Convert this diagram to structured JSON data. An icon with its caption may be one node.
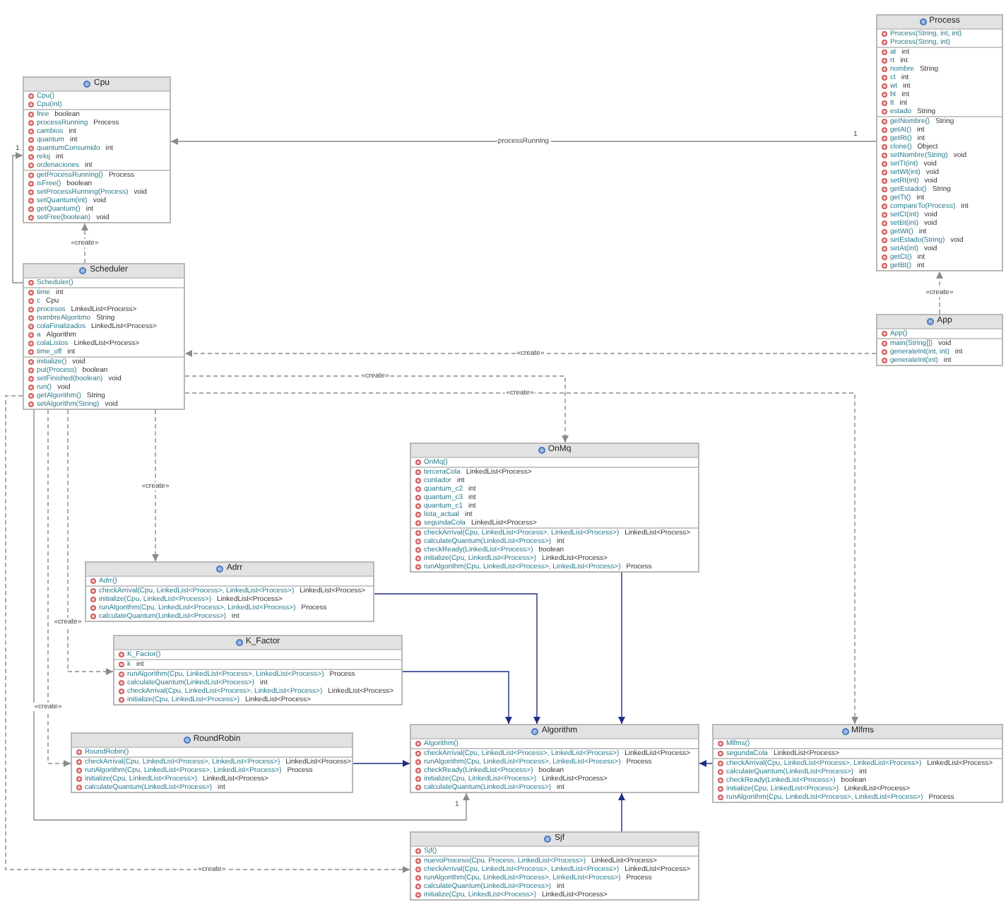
{
  "diagram": {
    "nodes": [
      {
        "text": [
          "Process"
        ]
      },
      {
        "text": [],
        "shape": "box",
        "in": 0
      },
      {
        "text": [
          "Process(String, int, int)"
        ],
        "in": 1
      },
      {
        "text": [
          "Process(String, int)"
        ],
        "in": 1
      },
      {
        "text": [],
        "shape": "box",
        "in": 0
      },
      {
        "text": [
          "at",
          "int"
        ],
        "in": 4
      },
      {
        "text": [
          "rt",
          "int"
        ],
        "in": 4
      },
      {
        "text": [
          "nombre",
          "String"
        ],
        "in": 4
      },
      {
        "text": [
          "ct",
          "int"
        ],
        "in": 4
      },
      {
        "text": [
          "wt",
          "int"
        ],
        "in": 4
      },
      {
        "text": [
          "bt",
          "int"
        ],
        "in": 4
      },
      {
        "text": [
          "tt",
          "int"
        ],
        "in": 4
      },
      {
        "text": [
          "estado",
          "String"
        ],
        "in": 4
      },
      {
        "text": [],
        "shape": "box",
        "in": 0
      },
      {
        "text": [
          "getNombre()",
          "String"
        ],
        "in": 13
      },
      {
        "text": [
          "getAt()",
          "int"
        ],
        "in": 13
      },
      {
        "text": [
          "getRt()",
          "int"
        ],
        "in": 13
      },
      {
        "text": [
          "clone()",
          "Object"
        ],
        "in": 13
      },
      {
        "text": [
          "setNombre(String)",
          "void"
        ],
        "in": 13
      },
      {
        "text": [
          "setTt(int)",
          "void"
        ],
        "in": 13
      },
      {
        "text": [
          "setWt(int)",
          "void"
        ],
        "in": 13
      },
      {
        "text": [
          "setRt(int)",
          "void"
        ],
        "in": 13
      },
      {
        "text": [
          "getEstado()",
          "String"
        ],
        "in": 13
      },
      {
        "text": [
          "getTt()",
          "int"
        ],
        "in": 13
      },
      {
        "text": [
          "compareTo(Process)",
          "int"
        ],
        "in": 13
      },
      {
        "text": [
          "setCt(int)",
          "void"
        ],
        "in": 13
      },
      {
        "text": [
          "setBt(int)",
          "void"
        ],
        "in": 13
      },
      {
        "text": [
          "getWt()",
          "int"
        ],
        "in": 13
      },
      {
        "text": [
          "setEstado(String)",
          "void"
        ],
        "in": 13
      },
      {
        "text": [
          "setAt(int)",
          "void"
        ],
        "in": 13
      },
      {
        "text": [
          "getCt()",
          "int"
        ],
        "in": 13
      },
      {
        "text": [
          "getBt()",
          "int"
        ],
        "in": 13
      },
      {
        "text": [
          "Cpu"
        ]
      },
      {
        "text": [],
        "shape": "box",
        "in": 32
      },
      {
        "text": [
          "Cpu()"
        ],
        "in": 33
      },
      {
        "text": [
          "Cpu(int)"
        ],
        "in": 33
      },
      {
        "text": [],
        "shape": "box",
        "in": 32
      },
      {
        "text": [
          "free",
          "boolean"
        ],
        "in": 36
      },
      {
        "text": [
          "processRunning",
          "Process"
        ],
        "in": 36
      },
      {
        "text": [
          "cambios",
          "int"
        ],
        "in": 36
      },
      {
        "text": [
          "quantum",
          "int"
        ],
        "in": 36
      },
      {
        "text": [
          "quantumConsumido",
          "int"
        ],
        "in": 36
      },
      {
        "text": [
          "reloj",
          "int"
        ],
        "in": 36
      },
      {
        "text": [
          "ordenaciones",
          "int"
        ],
        "in": 36
      },
      {
        "text": [],
        "shape": "box",
        "in": 32
      },
      {
        "text": [
          "getProcessRunning()",
          "Process"
        ],
        "in": 44
      },
      {
        "text": [
          "isFree()",
          "boolean"
        ],
        "in": 44
      },
      {
        "text": [
          "setProcessRunning(Process)",
          "void"
        ],
        "in": 44
      },
      {
        "text": [
          "setQuantum(int)",
          "void"
        ],
        "in": 44
      },
      {
        "text": [
          "getQuantum()",
          "int"
        ],
        "in": 44
      },
      {
        "text": [
          "setFree(boolean)",
          "void"
        ],
        "in": 44
      },
      {
        "text": [
          "Scheduler"
        ]
      },
      {
        "text": [],
        "shape": "box",
        "in": 51
      },
      {
        "text": [
          "Scheduler()"
        ],
        "in": 52
      },
      {
        "text": [],
        "shape": "box",
        "in": 51
      },
      {
        "text": [
          "time",
          "int"
        ],
        "in": 54
      },
      {
        "text": [
          "c",
          "Cpu"
        ],
        "in": 54
      },
      {
        "text": [
          "procesos",
          "LinkedList<Process>"
        ],
        "in": 54
      },
      {
        "text": [
          "nombreAlgoritmo",
          "String"
        ],
        "in": 54
      },
      {
        "text": [
          "colaFinalizados",
          "LinkedList<Process>"
        ],
        "in": 54
      },
      {
        "text": [
          "a",
          "Algorithm"
        ],
        "in": 54
      },
      {
        "text": [
          "colaListos",
          "LinkedList<Process>"
        ],
        "in": 54
      },
      {
        "text": [
          "time_off",
          "int"
        ],
        "in": 54
      },
      {
        "text": [],
        "shape": "box",
        "in": 51
      },
      {
        "text": [
          "initialize()",
          "void"
        ],
        "in": 63
      },
      {
        "text": [
          "put(Process)",
          "boolean"
        ],
        "in": 63
      },
      {
        "text": [
          "setFinished(boolean)",
          "void"
        ],
        "in": 63
      },
      {
        "text": [
          "run()",
          "void"
        ],
        "in": 63
      },
      {
        "text": [
          "getAlgorithm()",
          "String"
        ],
        "in": 63
      },
      {
        "text": [
          "setAlgorithm(String)",
          "void"
        ],
        "in": 63
      },
      {
        "text": [
          "App"
        ]
      },
      {
        "text": [],
        "shape": "box",
        "in": 70
      },
      {
        "text": [
          "App()"
        ],
        "in": 71
      },
      {
        "text": [],
        "shape": "box",
        "in": 70
      },
      {
        "text": [
          "main(String[])",
          "void"
        ],
        "in": 73
      },
      {
        "text": [
          "generateInt(int, int)",
          "int"
        ],
        "in": 73
      },
      {
        "text": [
          "generateInt(int)",
          "int"
        ],
        "in": 73
      },
      {
        "text": [
          "OnMq"
        ]
      },
      {
        "text": [],
        "shape": "box",
        "in": 77
      },
      {
        "text": [
          "OnMq()"
        ],
        "in": 78
      },
      {
        "text": [],
        "shape": "box",
        "in": 77
      },
      {
        "text": [
          "terceraCola",
          "LinkedList<Process>"
        ],
        "in": 80
      },
      {
        "text": [
          "contador",
          "int"
        ],
        "in": 80
      },
      {
        "text": [
          "quantum_c2",
          "int"
        ],
        "in": 80
      },
      {
        "text": [
          "quantum_c3",
          "int"
        ],
        "in": 80
      },
      {
        "text": [
          "quantum_c1",
          "int"
        ],
        "in": 80
      },
      {
        "text": [
          "lista_actual",
          "int"
        ],
        "in": 80
      },
      {
        "text": [
          "segundaCola",
          "LinkedList<Process>"
        ],
        "in": 80
      },
      {
        "text": [],
        "shape": "box",
        "in": 77
      },
      {
        "text": [
          "checkArrival(Cpu, LinkedList<Process>, LinkedList<Process>)",
          "LinkedList<Process>"
        ],
        "in": 88
      },
      {
        "text": [
          "calculateQuantum(LinkedList<Process>)",
          "int"
        ],
        "in": 88
      },
      {
        "text": [
          "checkReady(LinkedList<Process>)",
          "boolean"
        ],
        "in": 88
      },
      {
        "text": [
          "initialize(Cpu, LinkedList<Process>)",
          "LinkedList<Process>"
        ],
        "in": 88
      },
      {
        "text": [
          "runAlgorithm(Cpu, LinkedList<Process>, LinkedList<Process>)",
          "Process"
        ],
        "in": 88
      },
      {
        "text": [
          "Adrr"
        ]
      },
      {
        "text": [],
        "shape": "box",
        "in": 94
      },
      {
        "text": [
          "Adrr()"
        ],
        "in": 95
      },
      {
        "text": [],
        "shape": "box",
        "in": 94
      },
      {
        "text": [
          "checkArrival(Cpu, LinkedList<Process>, LinkedList<Process>)",
          "LinkedList<Process>"
        ],
        "in": 97
      },
      {
        "text": [
          "initialize(Cpu, LinkedList<Process>)",
          "LinkedList<Process>"
        ],
        "in": 97
      },
      {
        "text": [
          "runAlgorithm(Cpu, LinkedList<Process>, LinkedList<Process>)",
          "Process"
        ],
        "in": 97
      },
      {
        "text": [
          "calculateQuantum(LinkedList<Process>)",
          "int"
        ],
        "in": 97
      },
      {
        "text": [
          "K_Factor"
        ]
      },
      {
        "text": [],
        "shape": "box",
        "in": 102
      },
      {
        "text": [
          "K_Factor()"
        ],
        "in": 103
      },
      {
        "text": [],
        "shape": "box",
        "in": 102
      },
      {
        "text": [
          "k",
          "int"
        ],
        "in": 105
      },
      {
        "text": [],
        "shape": "box",
        "in": 102
      },
      {
        "text": [
          "runAlgorithm(Cpu, LinkedList<Process>, LinkedList<Process>)",
          "Process"
        ],
        "in": 107
      },
      {
        "text": [
          "calculateQuantum(LinkedList<Process>)",
          "int"
        ],
        "in": 107
      },
      {
        "text": [
          "checkArrival(Cpu, LinkedList<Process>, LinkedList<Process>)",
          "LinkedList<Process>"
        ],
        "in": 107
      },
      {
        "text": [
          "initialize(Cpu, LinkedList<Process>)",
          "LinkedList<Process>"
        ],
        "in": 107
      },
      {
        "text": [
          "RoundRobin"
        ]
      },
      {
        "text": [],
        "shape": "box",
        "in": 112
      },
      {
        "text": [
          "RoundRobin()"
        ],
        "in": 113
      },
      {
        "text": [],
        "shape": "box",
        "in": 112
      },
      {
        "text": [
          "checkArrival(Cpu, LinkedList<Process>, LinkedList<Process>)",
          "LinkedList<Process>"
        ],
        "in": 115
      },
      {
        "text": [
          "runAlgorithm(Cpu, LinkedList<Process>, LinkedList<Process>)",
          "Process"
        ],
        "in": 115
      },
      {
        "text": [
          "initialize(Cpu, LinkedList<Process>)",
          "LinkedList<Process>"
        ],
        "in": 115
      },
      {
        "text": [
          "calculateQuantum(LinkedList<Process>)",
          "int"
        ],
        "in": 115
      },
      {
        "text": [
          "Algorithm"
        ]
      },
      {
        "text": [],
        "shape": "box",
        "in": 120
      },
      {
        "text": [
          "Algorithm()"
        ],
        "in": 121
      },
      {
        "text": [],
        "shape": "box",
        "in": 120
      },
      {
        "text": [
          "checkArrival(Cpu, LinkedList<Process>, LinkedList<Process>)",
          "LinkedList<Process>"
        ],
        "in": 123
      },
      {
        "text": [
          "runAlgorithm(Cpu, LinkedList<Process>, LinkedList<Process>)",
          "Process"
        ],
        "in": 123
      },
      {
        "text": [
          "checkReady(LinkedList<Process>)",
          "boolean"
        ],
        "in": 123
      },
      {
        "text": [
          "initialize(Cpu, LinkedList<Process>)",
          "LinkedList<Process>"
        ],
        "in": 123
      },
      {
        "text": [
          "calculateQuantum(LinkedList<Process>)",
          "int"
        ],
        "in": 123
      },
      {
        "text": [
          "Mlfms"
        ]
      },
      {
        "text": [],
        "shape": "box",
        "in": 129
      },
      {
        "text": [
          "Mlfms()"
        ],
        "in": 130
      },
      {
        "text": [],
        "shape": "box",
        "in": 129
      },
      {
        "text": [
          "segundaCola",
          "LinkedList<Process>"
        ],
        "in": 132
      },
      {
        "text": [],
        "shape": "box",
        "in": 129
      },
      {
        "text": [
          "checkArrival(Cpu, LinkedList<Process>, LinkedList<Process>)",
          "LinkedList<Process>"
        ],
        "in": 134
      },
      {
        "text": [
          "calculateQuantum(LinkedList<Process>)",
          "int"
        ],
        "in": 134
      },
      {
        "text": [
          "checkReady(LinkedList<Process>)",
          "boolean"
        ],
        "in": 134
      },
      {
        "text": [
          "initialize(Cpu, LinkedList<Process>)",
          "LinkedList<Process>"
        ],
        "in": 134
      },
      {
        "text": [
          "runAlgorithm(Cpu, LinkedList<Process>, LinkedList<Process>)",
          "Process"
        ],
        "in": 134
      },
      {
        "text": [
          "Sjf"
        ]
      },
      {
        "text": [],
        "shape": "box",
        "in": 140
      },
      {
        "text": [
          "Sjf()"
        ],
        "in": 141
      },
      {
        "text": [],
        "shape": "box",
        "in": 140
      },
      {
        "text": [
          "nuevoProceso(Cpu, Process, LinkedList<Process>)",
          "LinkedList<Process>"
        ],
        "in": 143
      },
      {
        "text": [
          "checkArrival(Cpu, LinkedList<Process>, LinkedList<Process>)",
          "LinkedList<Process>"
        ],
        "in": 143
      },
      {
        "text": [
          "runAlgorithm(Cpu, LinkedList<Process>, LinkedList<Process>)",
          "Process"
        ],
        "in": 143
      },
      {
        "text": [
          "calculateQuantum(LinkedList<Process>)",
          "int"
        ],
        "in": 143
      },
      {
        "text": [
          "initialize(Cpu, LinkedList<Process>)",
          "LinkedList<Process>"
        ],
        "in": 143
      }
    ],
    "edges": [
      {
        "from": 0,
        "to": 32,
        "arrow": "to",
        "label": "processRunning"
      },
      {
        "from": 51,
        "to": 32,
        "arrow": "to",
        "label": "«create»",
        "style": "dashed"
      },
      {
        "from": 51,
        "to": 32,
        "arrow": "to"
      },
      {
        "from": 70,
        "to": 0,
        "arrow": "to",
        "label": "«create»",
        "style": "dashed"
      },
      {
        "from": 70,
        "to": 51,
        "arrow": "to",
        "label": "«create»",
        "style": "dashed"
      },
      {
        "from": 51,
        "to": 77,
        "arrow": "to",
        "label": "«create»",
        "style": "dashed"
      },
      {
        "from": 51,
        "to": 129,
        "arrow": "to",
        "label": "«create»",
        "style": "dashed"
      },
      {
        "from": 51,
        "to": 94,
        "arrow": "to",
        "label": "«create»",
        "style": "dashed"
      },
      {
        "from": 51,
        "to": 102,
        "arrow": "to",
        "label": "«create»",
        "style": "dashed"
      },
      {
        "from": 51,
        "to": 112,
        "arrow": "to",
        "label": "«create»",
        "style": "dashed"
      },
      {
        "from": 51,
        "to": 140,
        "arrow": "to",
        "label": "«create»",
        "style": "dashed"
      },
      {
        "from": 51,
        "to": 120,
        "arrow": "to"
      },
      {
        "from": 77,
        "to": 120,
        "arrow": "to",
        "color": "#1f2d86"
      },
      {
        "from": 94,
        "to": 120,
        "arrow": "to",
        "color": "#1f2d86"
      },
      {
        "from": 102,
        "to": 120,
        "arrow": "to",
        "color": "#1f2d86"
      },
      {
        "from": 112,
        "to": 120,
        "arrow": "to",
        "color": "#1f2d86"
      },
      {
        "from": 129,
        "to": 120,
        "arrow": "to",
        "color": "#1f2d86"
      },
      {
        "from": 140,
        "to": 120,
        "arrow": "to",
        "color": "#1f2d86"
      }
    ],
    "labels": [
      "1",
      "1",
      "1"
    ]
  }
}
